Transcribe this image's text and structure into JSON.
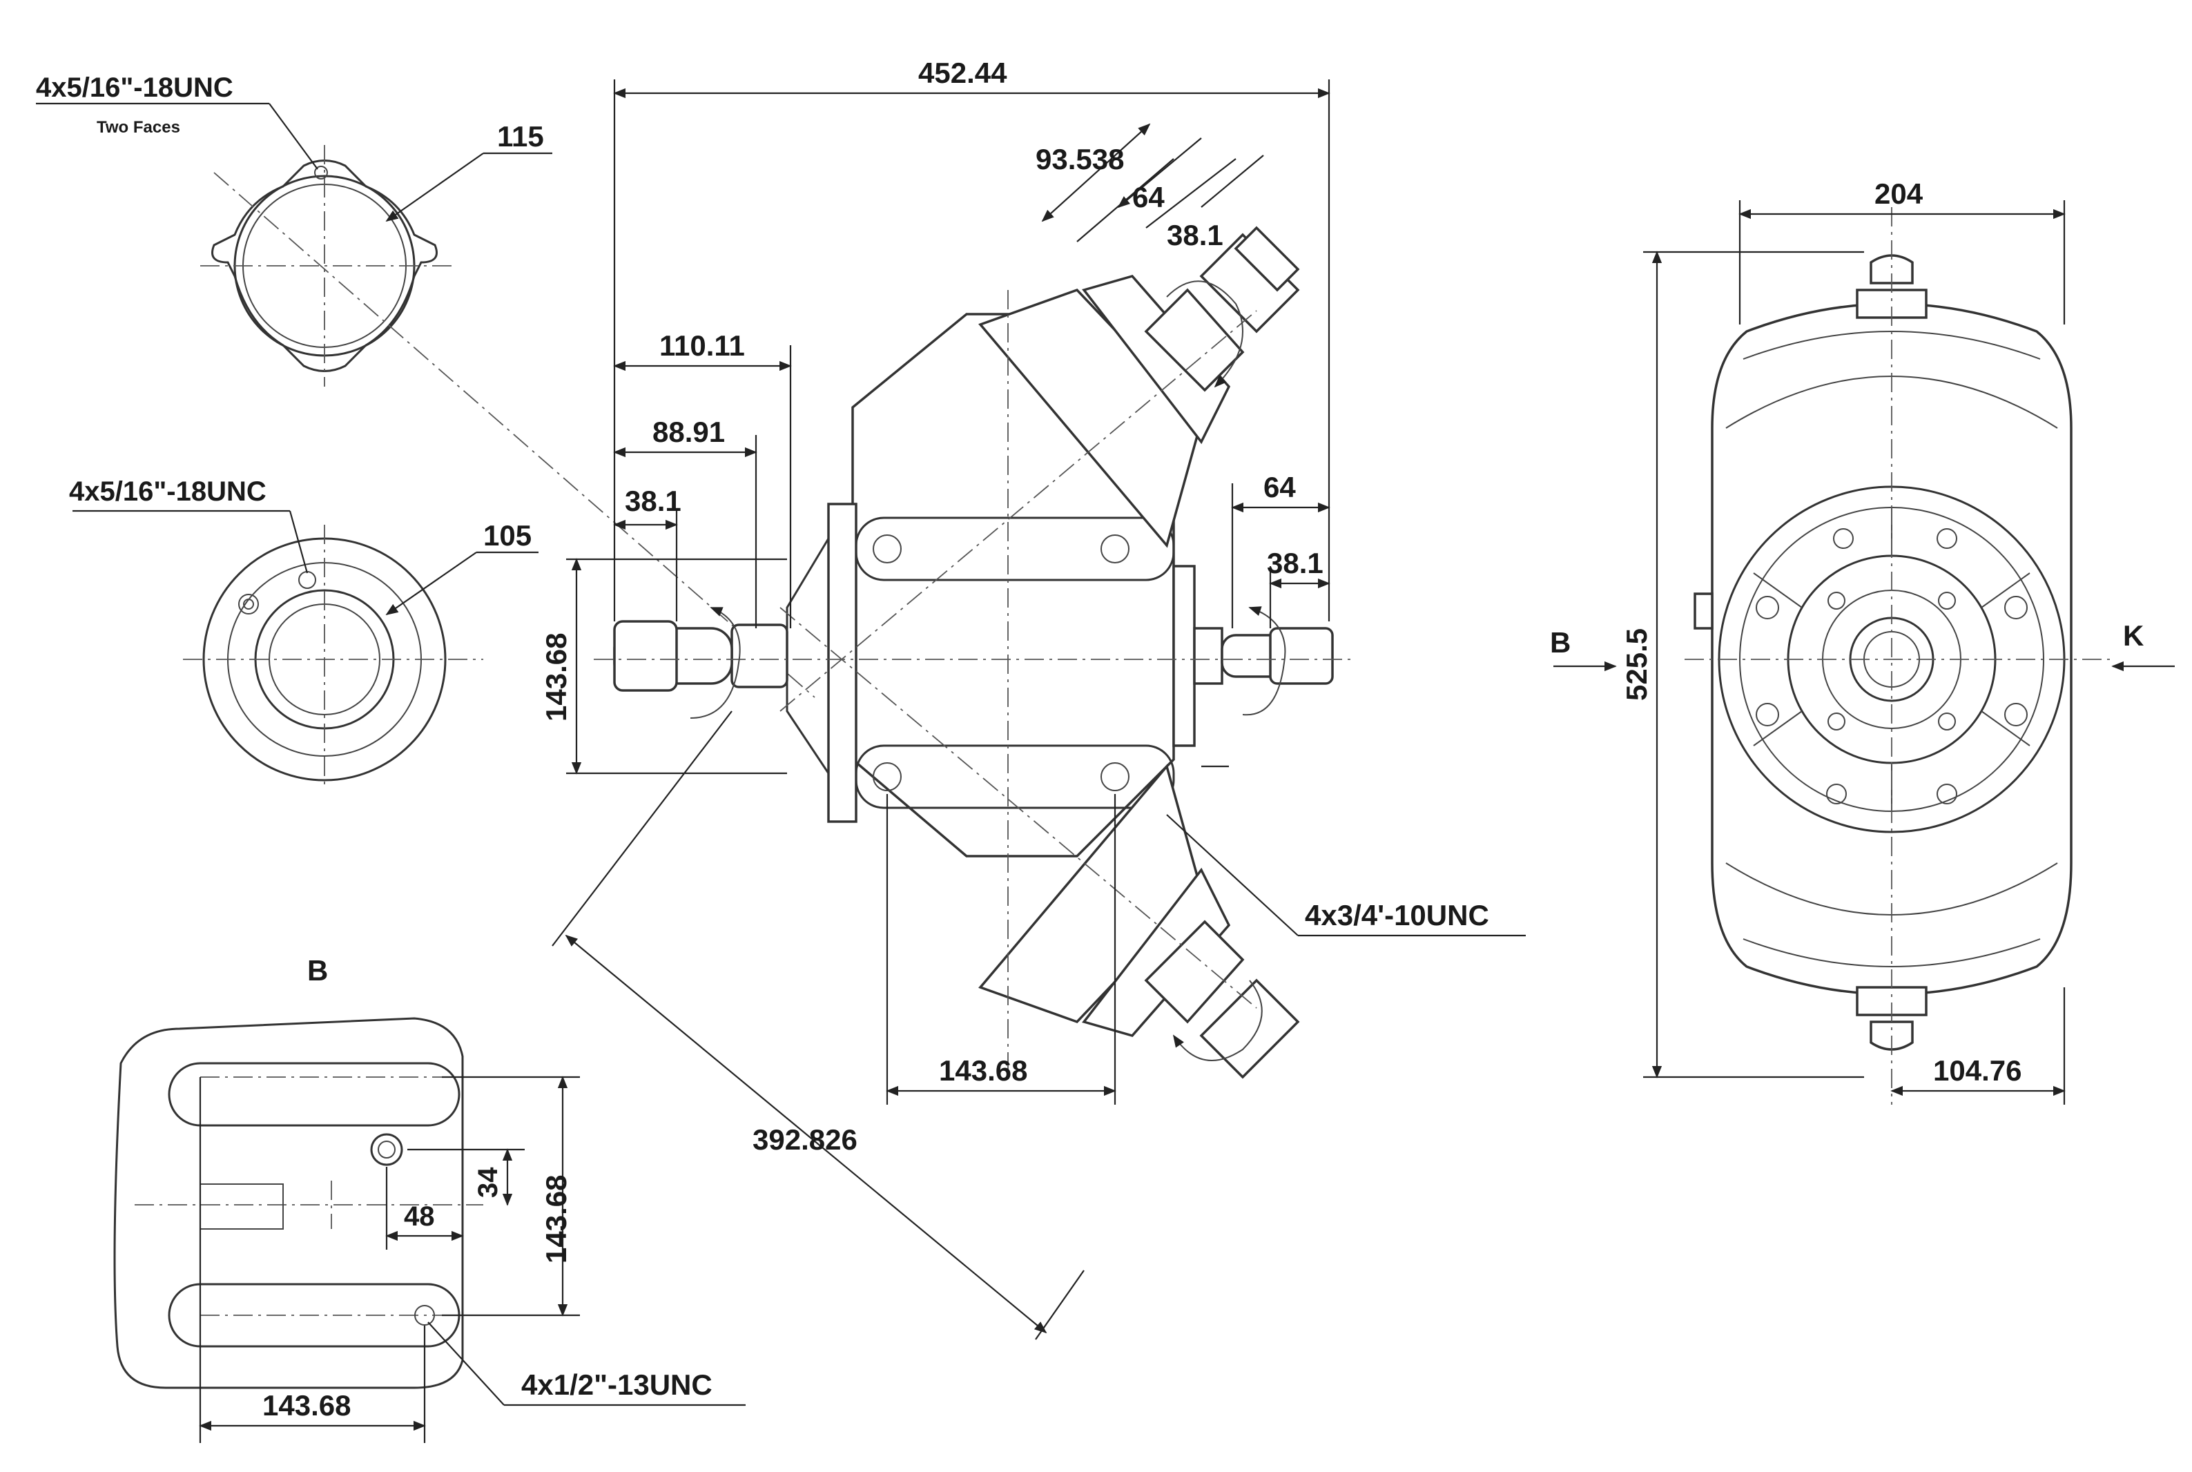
{
  "colors": {
    "line": "#333333",
    "text": "#1a1a1a",
    "background": "#ffffff"
  },
  "top_left_view": {
    "thread": "4x5/16\"-18UNC",
    "note": "Two Faces",
    "diameter": "115"
  },
  "mid_left_view": {
    "thread": "4x5/16\"-18UNC",
    "diameter": "105"
  },
  "front_view": {
    "overall_width": "452.44",
    "upper_shaft_offset": "93.538",
    "upper_shaft_length": "64",
    "upper_spline_length": "38.1",
    "input_shaft_total": "110.11",
    "input_shaft_mid": "88.91",
    "input_spline_length": "38.1",
    "right_shaft_length": "64",
    "right_spline_length": "38.1",
    "flange_height": "143.68",
    "bottom_width": "143.68",
    "diagonal_length": "392.826",
    "bolt_thread": "4x3/4'-10UNC"
  },
  "side_view": {
    "width": "204",
    "height": "525.5",
    "offset": "104.76",
    "view_b": "B",
    "view_k": "K"
  },
  "detail_b": {
    "label": "B",
    "offset_34": "34",
    "offset_48": "48",
    "height": "143.68",
    "width": "143.68",
    "bolt_thread": "4x1/2\"-13UNC"
  }
}
